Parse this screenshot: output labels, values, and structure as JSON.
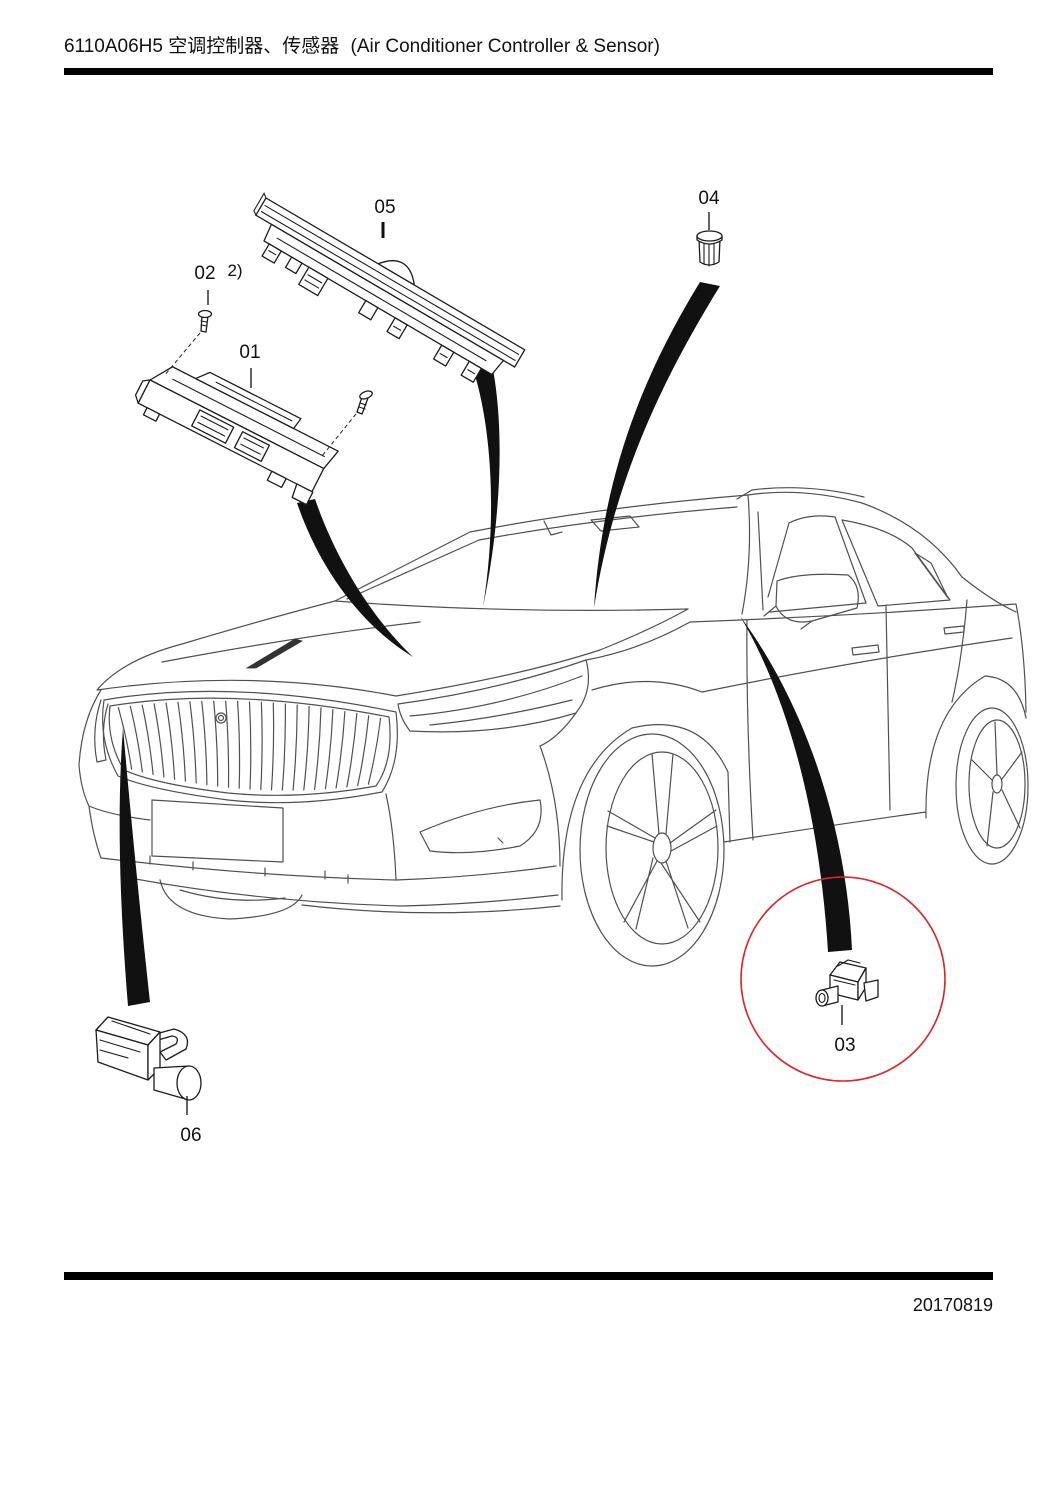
{
  "header": {
    "part_code": "6110A06H5",
    "title_cn": "空调控制器、传感器",
    "title_en": "(Air Conditioner Controller & Sensor)"
  },
  "callouts": [
    {
      "label": "01"
    },
    {
      "label": "02",
      "note": "2)"
    },
    {
      "label": "03",
      "highlighted": true
    },
    {
      "label": "04"
    },
    {
      "label": "05"
    },
    {
      "label": "06"
    }
  ],
  "colors": {
    "highlight_circle": "#d9262a",
    "rules": "#000000",
    "leader_wedges": "#111111",
    "line_art": "#505050"
  },
  "footer": {
    "date": "20170819"
  }
}
